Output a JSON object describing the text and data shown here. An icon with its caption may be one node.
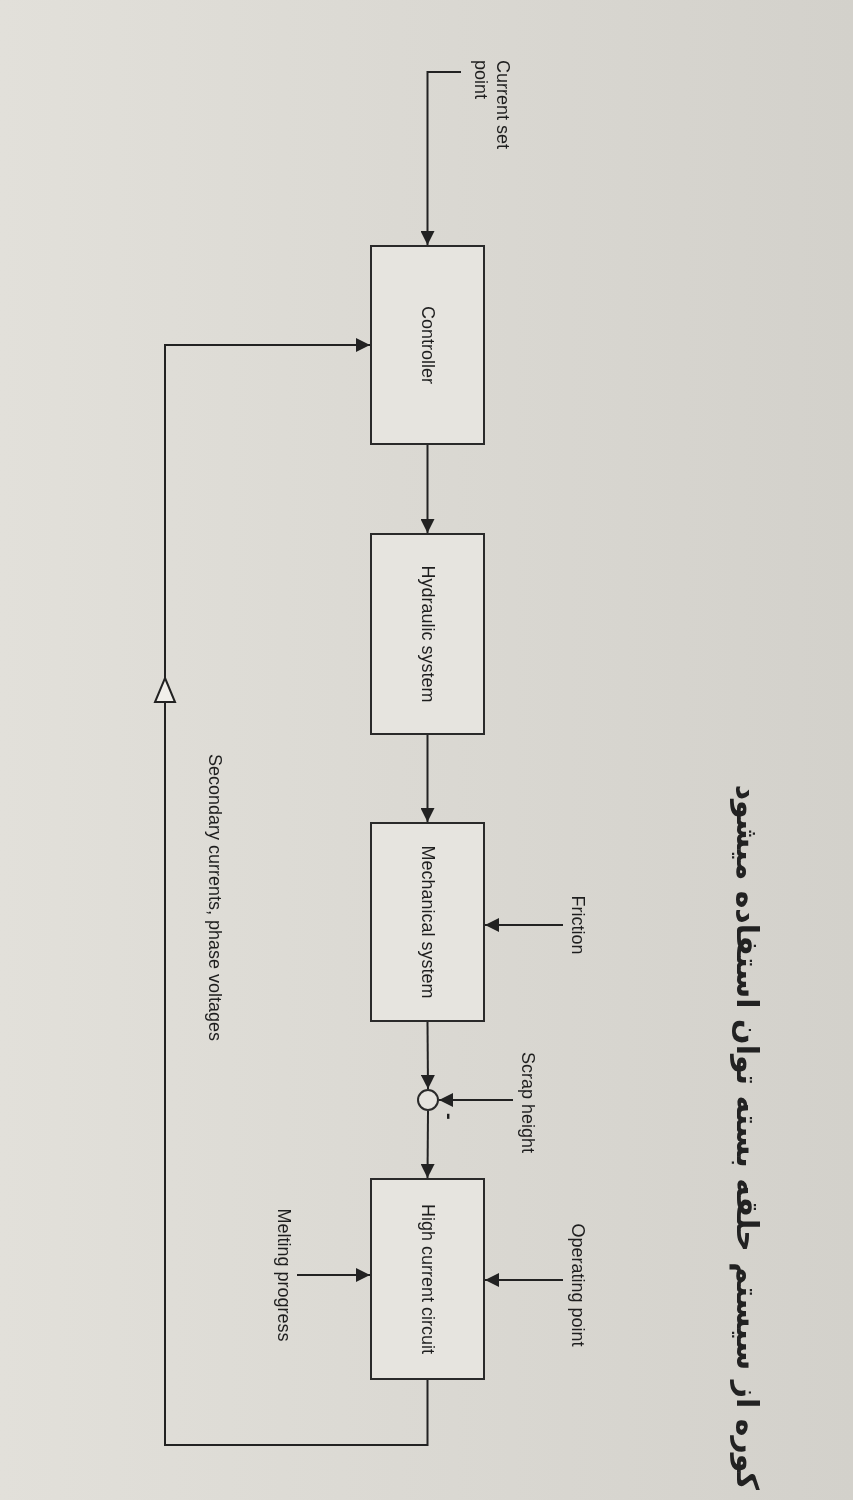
{
  "diagram": {
    "title": "کوره از سیستم حلقه بسته توان استفاده میشود",
    "nodes": [
      {
        "text": [
          "Current set point"
        ]
      },
      {
        "text": [
          "Controller"
        ]
      },
      {
        "text": [
          "Hydraulic system"
        ]
      },
      {
        "text": [
          "Mechanical system"
        ]
      },
      {
        "text": [],
        "shape": "circle"
      },
      {
        "text": [
          "High current circuit"
        ]
      },
      {
        "text": [
          "Friction"
        ]
      },
      {
        "text": [
          "Scrap height"
        ]
      },
      {
        "text": [
          "Operating point"
        ]
      },
      {
        "text": [
          "Melting progress"
        ]
      }
    ],
    "edges": [
      {
        "from": 0,
        "to": 1,
        "arrow": "to"
      },
      {
        "from": 1,
        "to": 2,
        "arrow": "to"
      },
      {
        "from": 2,
        "to": 3,
        "arrow": "to"
      },
      {
        "from": 3,
        "to": 4,
        "arrow": "to"
      },
      {
        "from": 4,
        "to": 5,
        "arrow": "to"
      },
      {
        "from": 5,
        "to": 1,
        "arrow": "to",
        "label": "Secondary currents, phase voltages"
      },
      {
        "from": 6,
        "to": 3,
        "arrow": "to"
      },
      {
        "from": 7,
        "to": 4,
        "arrow": "to"
      },
      {
        "from": 8,
        "to": 5,
        "arrow": "to"
      },
      {
        "from": 9,
        "to": 5,
        "arrow": "to"
      }
    ],
    "labels": [
      "-"
    ]
  }
}
